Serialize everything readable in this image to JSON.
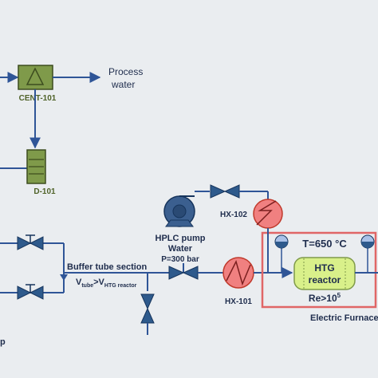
{
  "labels": {
    "process_water_1": "Process",
    "process_water_2": "water",
    "cent": "CENT-101",
    "drum": "D-101",
    "hx102": "HX-102",
    "hplc_1": "HPLC pump",
    "hplc_2": "Water",
    "hplc_3": "P=300 bar",
    "buffer_1": "Buffer tube section",
    "buffer_v1": "V",
    "buffer_sub1": "tube",
    "buffer_gt": ">V",
    "buffer_sub2": "HTG reactor",
    "hx101": "HX-101",
    "temp": "T=650 °C",
    "reactor_1": "HTG",
    "reactor_2": "reactor",
    "re_base": "Re>10",
    "re_exp": "5",
    "furnace": "Electric Furnace",
    "edge_p": "p"
  },
  "colors": {
    "background": "#eaedf0",
    "line": "#2f5597",
    "valve": "#2e5a8c",
    "separator_fill": "#7f9a4a",
    "hx_fill": "#f08080",
    "reactor_fill": "#d9f08a",
    "furnace_border": "#e06666",
    "pump_fill": "#3b5f8f"
  }
}
